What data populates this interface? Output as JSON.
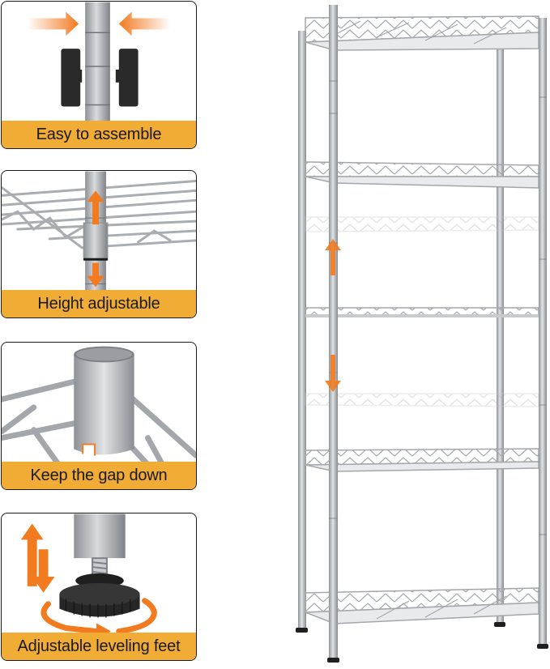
{
  "panels": [
    {
      "id": "assemble",
      "caption": "Easy to assemble",
      "icon": "pole-clip-arrows-icon"
    },
    {
      "id": "height",
      "caption": "Height adjustable",
      "icon": "up-down-arrow-icon"
    },
    {
      "id": "gap",
      "caption": "Keep the gap down",
      "icon": "sleeve-gap-icon"
    },
    {
      "id": "feet",
      "caption": "Adjustable leveling feet",
      "icon": "rotate-arrow-icon"
    }
  ],
  "product": {
    "name": "5-tier wire shelving unit",
    "tiers": 5,
    "adjustable_ghost_shelves": 2
  },
  "colors": {
    "accent_orange": "#f27a1f",
    "caption_bg": "#f0ac35",
    "metal": "#b9bcc0",
    "metal_dark": "#8e9297",
    "clip_black": "#2a2a2a",
    "border": "#1a1a1a"
  }
}
